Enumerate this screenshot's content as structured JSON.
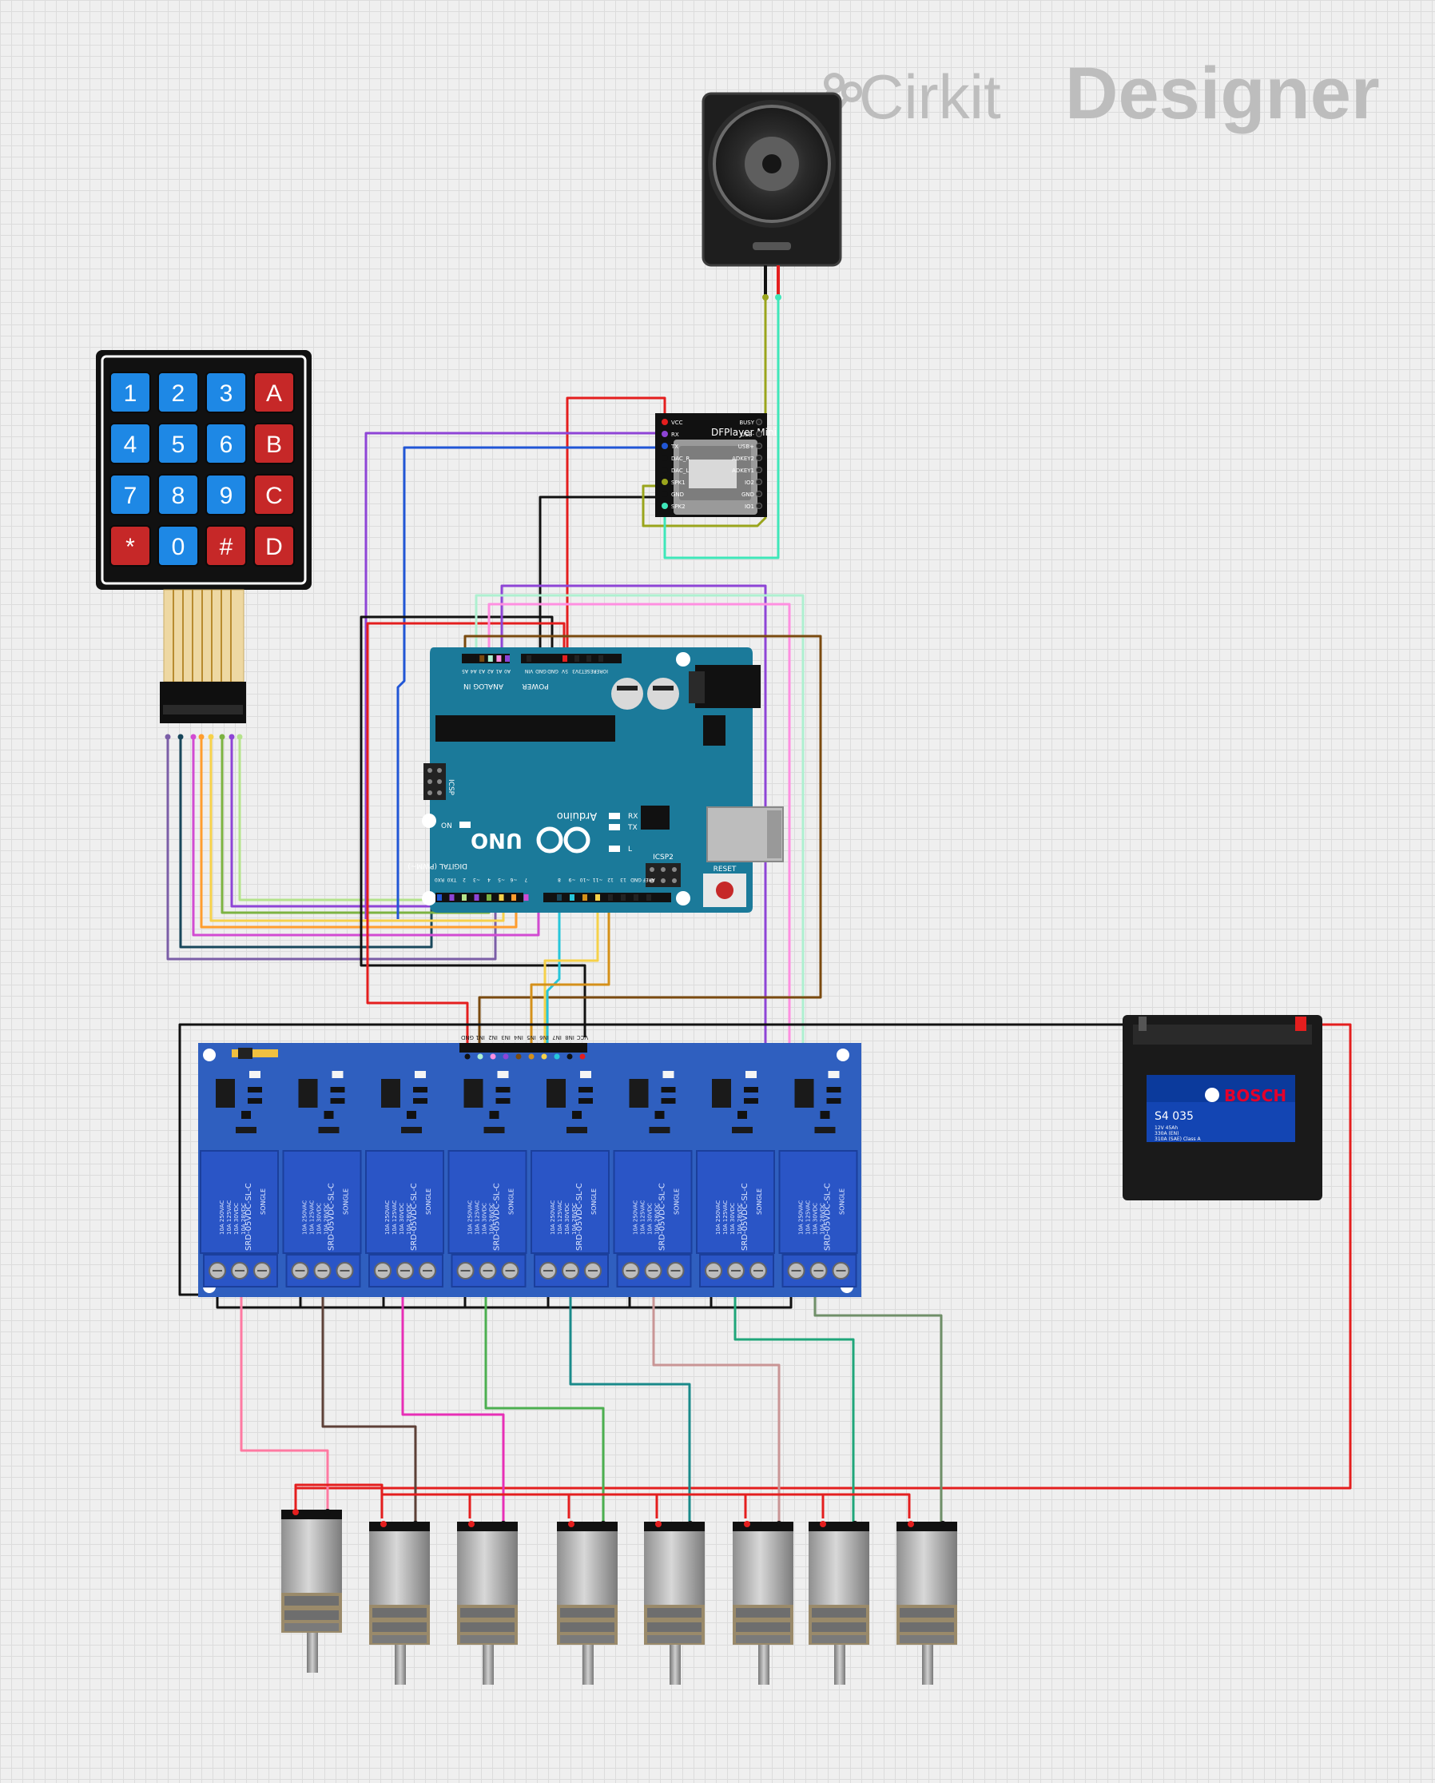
{
  "brand": {
    "name_part1": "Cirkit",
    "name_part2": "Designer"
  },
  "keypad": {
    "keys": [
      {
        "label": "1",
        "kind": "num"
      },
      {
        "label": "2",
        "kind": "num"
      },
      {
        "label": "3",
        "kind": "num"
      },
      {
        "label": "A",
        "kind": "letter"
      },
      {
        "label": "4",
        "kind": "num"
      },
      {
        "label": "5",
        "kind": "num"
      },
      {
        "label": "6",
        "kind": "num"
      },
      {
        "label": "B",
        "kind": "letter"
      },
      {
        "label": "7",
        "kind": "num"
      },
      {
        "label": "8",
        "kind": "num"
      },
      {
        "label": "9",
        "kind": "num"
      },
      {
        "label": "C",
        "kind": "letter"
      },
      {
        "label": "*",
        "kind": "letter"
      },
      {
        "label": "0",
        "kind": "num"
      },
      {
        "label": "#",
        "kind": "letter"
      },
      {
        "label": "D",
        "kind": "letter"
      }
    ]
  },
  "dfplayer": {
    "title": "DFPlayer Mini",
    "pins_left": [
      "VCC",
      "RX",
      "TX",
      "DAC_R",
      "DAC_L",
      "SPK1",
      "GND",
      "SPK2"
    ],
    "pins_right": [
      "BUSY",
      "USB-",
      "USB+",
      "ADKEY2",
      "ADKEY1",
      "IO2",
      "GND",
      "IO1"
    ]
  },
  "arduino": {
    "model": "UNO",
    "brand": "Arduino",
    "labels": {
      "analog_in": "ANALOG IN",
      "power": "POWER",
      "digital": "DIGITAL (PWM~)",
      "icsp": "ICSP",
      "icsp2": "ICSP2",
      "reset": "RESET",
      "on": "ON",
      "tx": "TX",
      "rx": "RX",
      "l": "L",
      "aref": "AREF",
      "gnd": "GND"
    },
    "analog_pins": [
      "A5",
      "A4",
      "A3",
      "A2",
      "A1",
      "A0"
    ],
    "power_pins": [
      "VIN",
      "GND",
      "GND",
      "5V",
      "3V3",
      "RESET",
      "IOREF"
    ],
    "digital_pins": [
      "RX0",
      "TX0",
      "2",
      "~3",
      "4",
      "~5",
      "~6",
      "7",
      "8",
      "~9",
      "~10",
      "~11",
      "12",
      "13",
      "GND",
      "AREF"
    ]
  },
  "relay": {
    "model_text": "SRD-05VDC-SL-C",
    "rating_lines": [
      "10A 250VAC",
      "10A 125VAC",
      "10A 30VDC",
      "10A 28VDC"
    ],
    "brand": "SONGLE",
    "header_pins": [
      "GND",
      "IN1",
      "IN2",
      "IN3",
      "IN4",
      "IN5",
      "IN6",
      "IN7",
      "IN8",
      "VCC"
    ]
  },
  "battery": {
    "brand": "BOSCH",
    "model": "S4 035",
    "spec_lines": [
      "12V 45Ah",
      "330A (EN)",
      "310A (SAE) Class A"
    ]
  },
  "motors": {
    "count": 8
  },
  "colors": {
    "board_blue": "#2f5fbf",
    "arduino_teal": "#1b7a9a",
    "wire_red": "#e41e1e",
    "wire_black": "#111111"
  }
}
